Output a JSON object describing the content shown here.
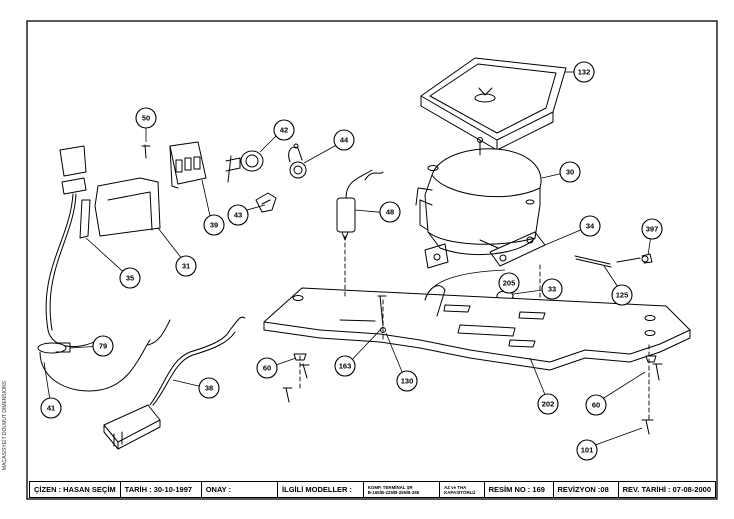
{
  "side_note": "MAÇAS/SYEİT DOLMUT DIMENSIONS",
  "title_block": {
    "drawn_by": "ÇİZEN : HASAN SEÇİM",
    "date": "TARİH : 30-10-1997",
    "approval": "ONAY :",
    "related_models_label": "İLGİLİ MODELLER :",
    "related_models_line1": "KOMP. TERMİNAL ŞR",
    "related_models_line2": "B-165/B-225/B-255/B-265",
    "capacitor_line1": "AZ ve THA",
    "capacitor_line2": "KAPASİTÖRLÜ",
    "drawing_no": "RESİM NO : 169",
    "revision": "REVİZYON :08",
    "revision_date": "REV. TARİHİ : 07-08-2000"
  },
  "callouts": [
    "132",
    "50",
    "42",
    "44",
    "30",
    "39",
    "43",
    "48",
    "34",
    "397",
    "35",
    "31",
    "33",
    "205",
    "125",
    "79",
    "60",
    "163",
    "130",
    "38",
    "41",
    "202",
    "60",
    "101"
  ],
  "colors": {
    "line": "#000000",
    "paper": "#ffffff"
  }
}
